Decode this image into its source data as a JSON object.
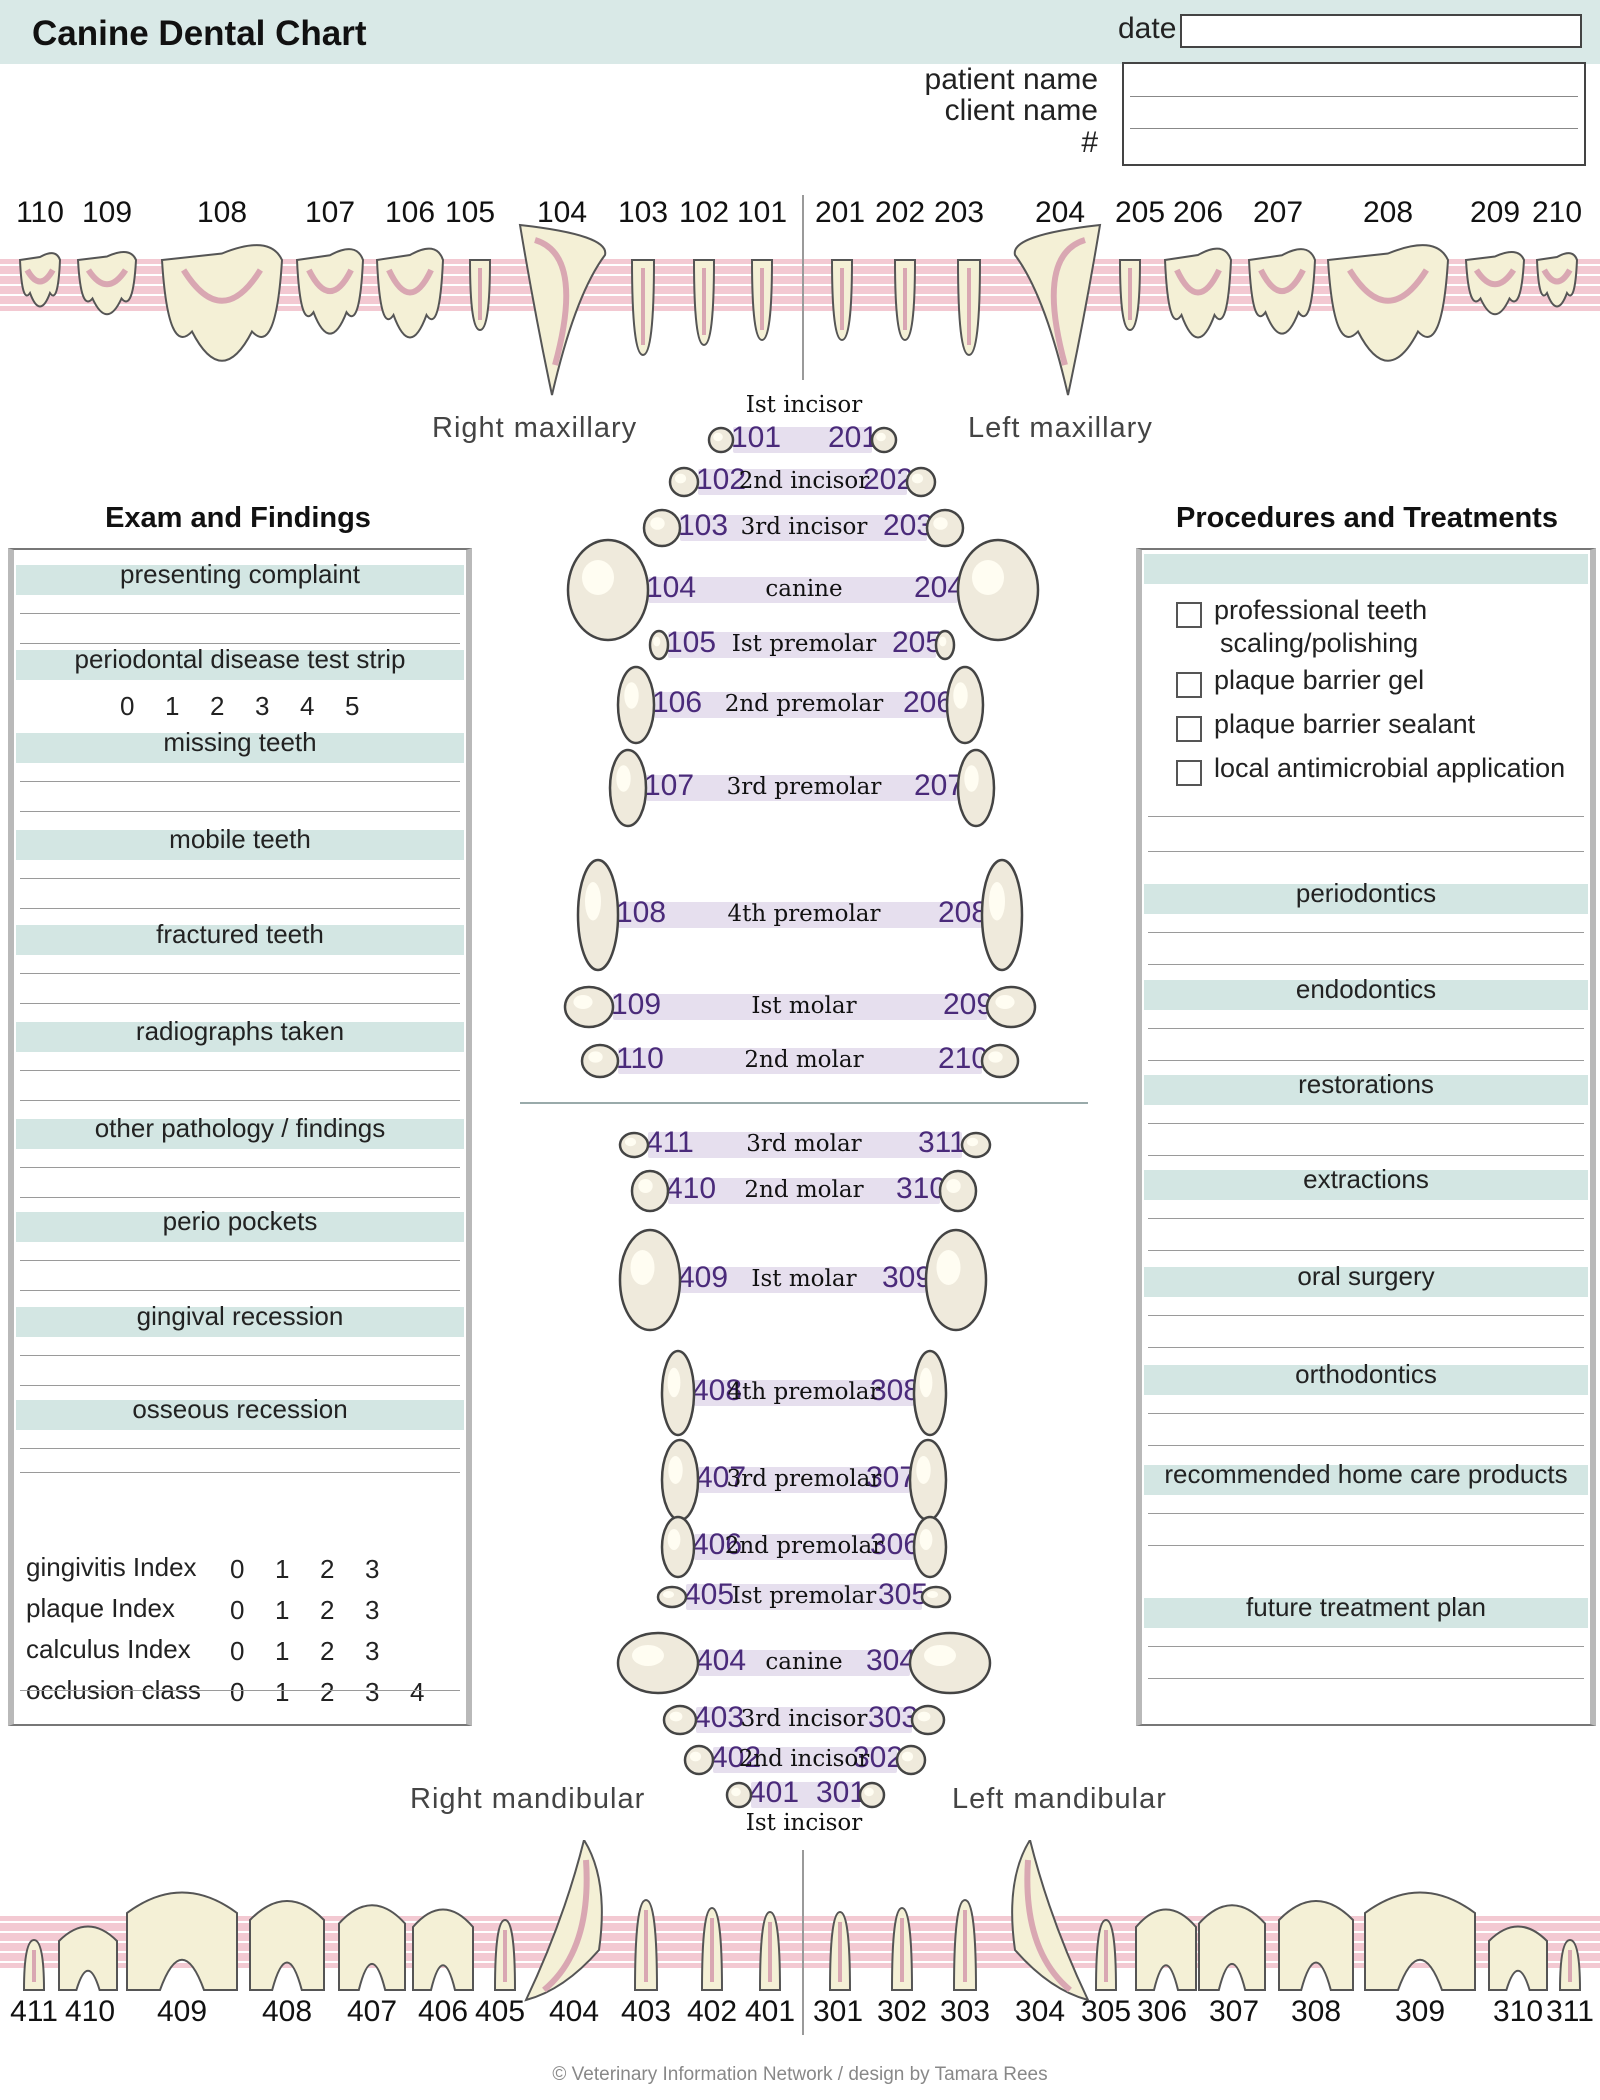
{
  "header": {
    "title": "Canine Dental Chart",
    "date_label": "date",
    "patient_label": "patient name",
    "client_label": "client name",
    "number_label": "#"
  },
  "upper_numbers": [
    "110",
    "109",
    "108",
    "107",
    "106",
    "105",
    "104",
    "103",
    "102",
    "101",
    "201",
    "202",
    "203",
    "204",
    "205",
    "206",
    "207",
    "208",
    "209",
    "210"
  ],
  "lower_numbers": [
    "411",
    "410",
    "409",
    "408",
    "407",
    "406",
    "405",
    "404",
    "403",
    "402",
    "401",
    "301",
    "302",
    "303",
    "304",
    "305",
    "306",
    "307",
    "308",
    "309",
    "310",
    "311"
  ],
  "quadrants": {
    "right_maxillary": "Right maxillary",
    "left_maxillary": "Left maxillary",
    "right_mandibular": "Right mandibular",
    "left_mandibular": "Left mandibular"
  },
  "occlusal_upper": [
    {
      "r": "101",
      "l": "201",
      "name": "Ist incisor"
    },
    {
      "r": "102",
      "l": "202",
      "name": "2nd incisor"
    },
    {
      "r": "103",
      "l": "203",
      "name": "3rd incisor"
    },
    {
      "r": "104",
      "l": "204",
      "name": "canine"
    },
    {
      "r": "105",
      "l": "205",
      "name": "Ist premolar"
    },
    {
      "r": "106",
      "l": "206",
      "name": "2nd premolar"
    },
    {
      "r": "107",
      "l": "207",
      "name": "3rd premolar"
    },
    {
      "r": "108",
      "l": "208",
      "name": "4th premolar"
    },
    {
      "r": "109",
      "l": "209",
      "name": "Ist molar"
    },
    {
      "r": "110",
      "l": "210",
      "name": "2nd molar"
    }
  ],
  "occlusal_lower": [
    {
      "r": "411",
      "l": "311",
      "name": "3rd molar"
    },
    {
      "r": "410",
      "l": "310",
      "name": "2nd molar"
    },
    {
      "r": "409",
      "l": "309",
      "name": "Ist molar"
    },
    {
      "r": "408",
      "l": "308",
      "name": "4th premolar"
    },
    {
      "r": "407",
      "l": "307",
      "name": "3rd premolar"
    },
    {
      "r": "406",
      "l": "306",
      "name": "2nd premolar"
    },
    {
      "r": "405",
      "l": "305",
      "name": "Ist premolar"
    },
    {
      "r": "404",
      "l": "304",
      "name": "canine"
    },
    {
      "r": "403",
      "l": "303",
      "name": "3rd incisor"
    },
    {
      "r": "402",
      "l": "302",
      "name": "2nd incisor"
    },
    {
      "r": "401",
      "l": "301",
      "name": "Ist incisor"
    }
  ],
  "exam": {
    "title": "Exam and Findings",
    "sections": [
      "presenting complaint",
      "periodontal disease test strip",
      "missing teeth",
      "mobile teeth",
      "fractured teeth",
      "radiographs taken",
      "other pathology / findings",
      "perio pockets",
      "gingival recession",
      "osseous recession"
    ],
    "test_strip_scale": [
      "0",
      "1",
      "2",
      "3",
      "4",
      "5"
    ],
    "indices": [
      {
        "label": "gingivitis Index",
        "scale": [
          "0",
          "1",
          "2",
          "3"
        ]
      },
      {
        "label": "plaque Index",
        "scale": [
          "0",
          "1",
          "2",
          "3"
        ]
      },
      {
        "label": "calculus Index",
        "scale": [
          "0",
          "1",
          "2",
          "3"
        ]
      },
      {
        "label": "occlusion class",
        "scale": [
          "0",
          "1",
          "2",
          "3",
          "4"
        ]
      }
    ]
  },
  "procedures": {
    "title": "Procedures and Treatments",
    "checkboxes": [
      "professional teeth",
      "plaque barrier gel",
      "plaque barrier sealant",
      "local antimicrobial application"
    ],
    "checkbox_cont": "scaling/polishing",
    "sections": [
      "periodontics",
      "endodontics",
      "restorations",
      "extractions",
      "oral surgery",
      "orthodontics",
      "recommended home care products",
      "future treatment plan"
    ]
  },
  "footer": "© Veterinary Information Network / design by Tamara Rees",
  "colors": {
    "band": "#d3e6e3",
    "header": "#d9e9e7",
    "tooth": "#f4f0d6",
    "gum": "#f3c9d2",
    "pulp": "#d9a7b2",
    "number": "#4a2a7a"
  }
}
